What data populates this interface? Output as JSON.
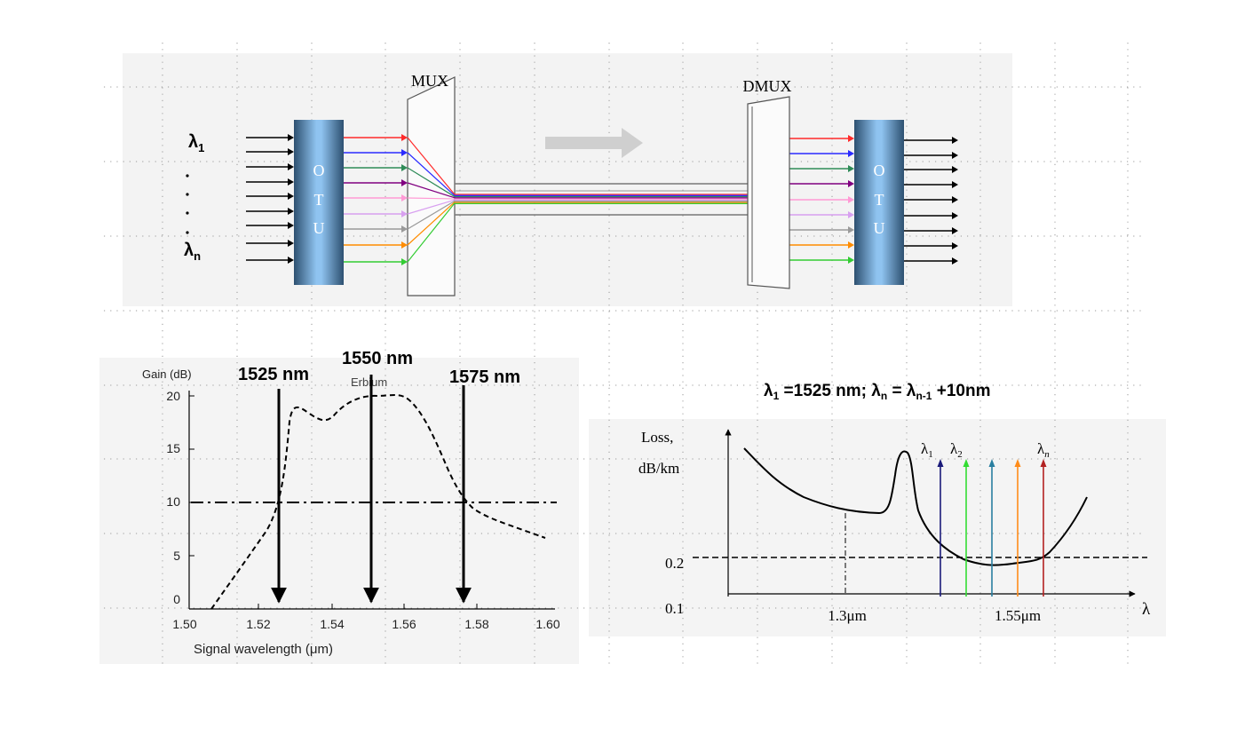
{
  "wdm_diagram": {
    "mux_label": "MUX",
    "dmux_label": "DMUX",
    "otu_letters": [
      "O",
      "T",
      "U"
    ],
    "lambda_first": "λ",
    "lambda_first_sub": "1",
    "lambda_last": "λ",
    "lambda_last_sub": "n",
    "channel_colors": [
      "#ff2b2b",
      "#2b2bff",
      "#2e8b57",
      "#800080",
      "#ff9ad5",
      "#d8a0f0",
      "#9a9a9a",
      "#ff8c00",
      "#33cc33"
    ]
  },
  "gain_chart": {
    "ylabel": "Gain (dB)",
    "xlabel": "Signal wavelength (μm)",
    "curve_label": "Erbium",
    "y_ticks": [
      "0",
      "5",
      "10",
      "15",
      "20"
    ],
    "x_ticks": [
      "1.50",
      "1.52",
      "1.54",
      "1.56",
      "1.58",
      "1.60"
    ],
    "markers": [
      "1525 nm",
      "1550 nm",
      "1575 nm"
    ]
  },
  "channel_formula": {
    "l1": "λ",
    "l1_sub": "1",
    "eq1": " =1525 nm; ",
    "ln": "λ",
    "ln_sub": "n",
    "eq2": " = ",
    "lprev": "λ",
    "lprev_sub": "n-1",
    "eq3": " +10nm"
  },
  "loss_chart": {
    "ylabel_line1": "Loss,",
    "ylabel_line2": "dB/km",
    "y_ticks": [
      "0.2",
      "0.1"
    ],
    "x_ticks": [
      "1.3μm",
      "1.55μm"
    ],
    "x_axis_symbol": "λ",
    "lambda_labels": [
      {
        "sym": "λ",
        "sub": "1"
      },
      {
        "sym": "λ",
        "sub": "2"
      },
      {
        "sym": "λ",
        "sub": "n"
      }
    ],
    "arrow_colors": [
      "#1a1a7a",
      "#33dd33",
      "#2a7fa0",
      "#ff8c1a",
      "#b22222"
    ]
  }
}
